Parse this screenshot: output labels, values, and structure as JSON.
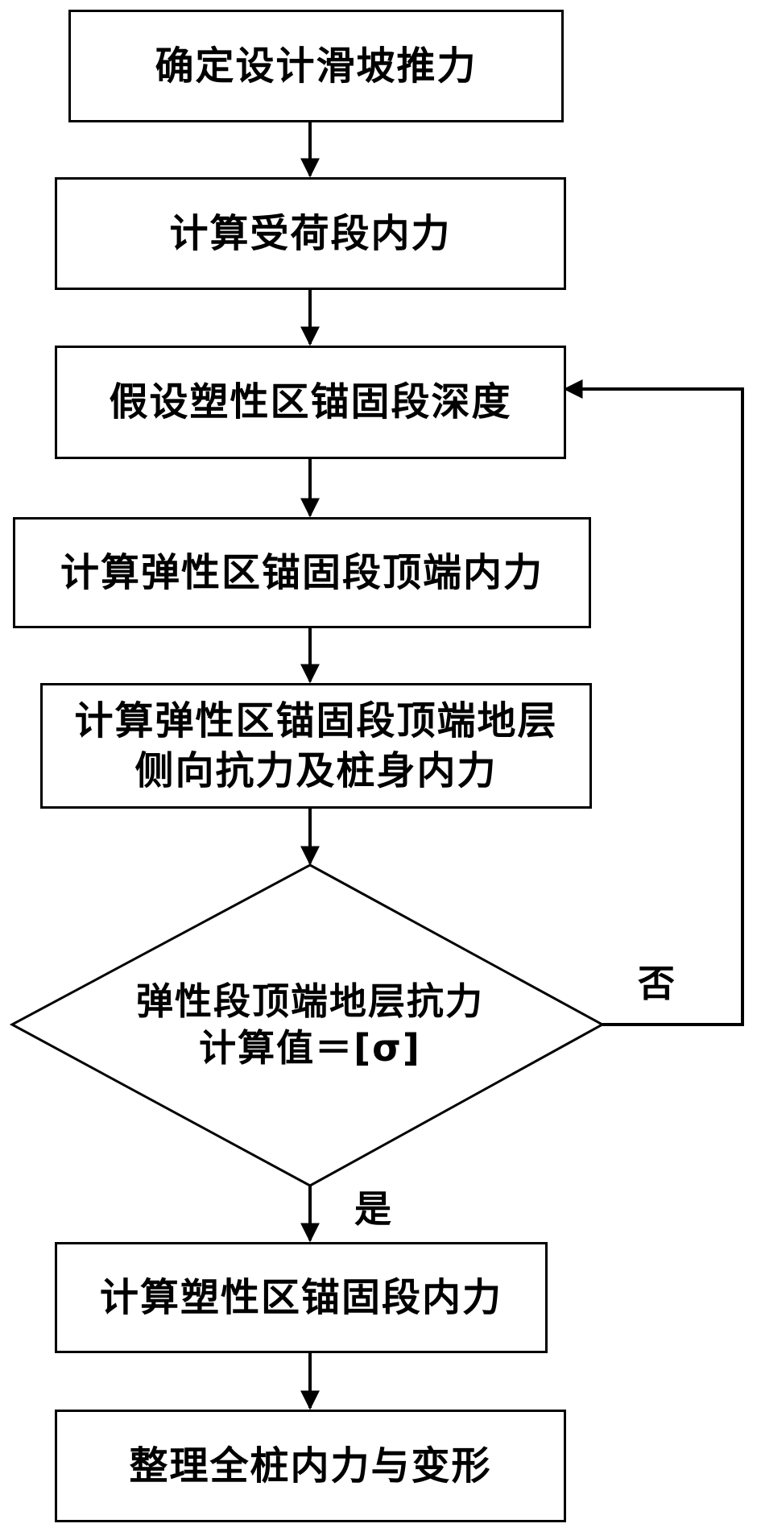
{
  "steps": {
    "step1": "确定设计滑坡推力",
    "step2": "计算受荷段内力",
    "step3": "假设塑性区锚固段深度",
    "step4": "计算弹性区锚固段顶端内力",
    "step5_line1": "计算弹性区锚固段顶端地层",
    "step5_line2": "侧向抗力及桩身内力",
    "step7": "计算塑性区锚固段内力",
    "step8": "整理全桩内力与变形"
  },
  "decision": {
    "line1": "弹性段顶端地层抗力",
    "line2": "计算值＝[σ]",
    "yes_label": "是",
    "no_label": "否"
  }
}
